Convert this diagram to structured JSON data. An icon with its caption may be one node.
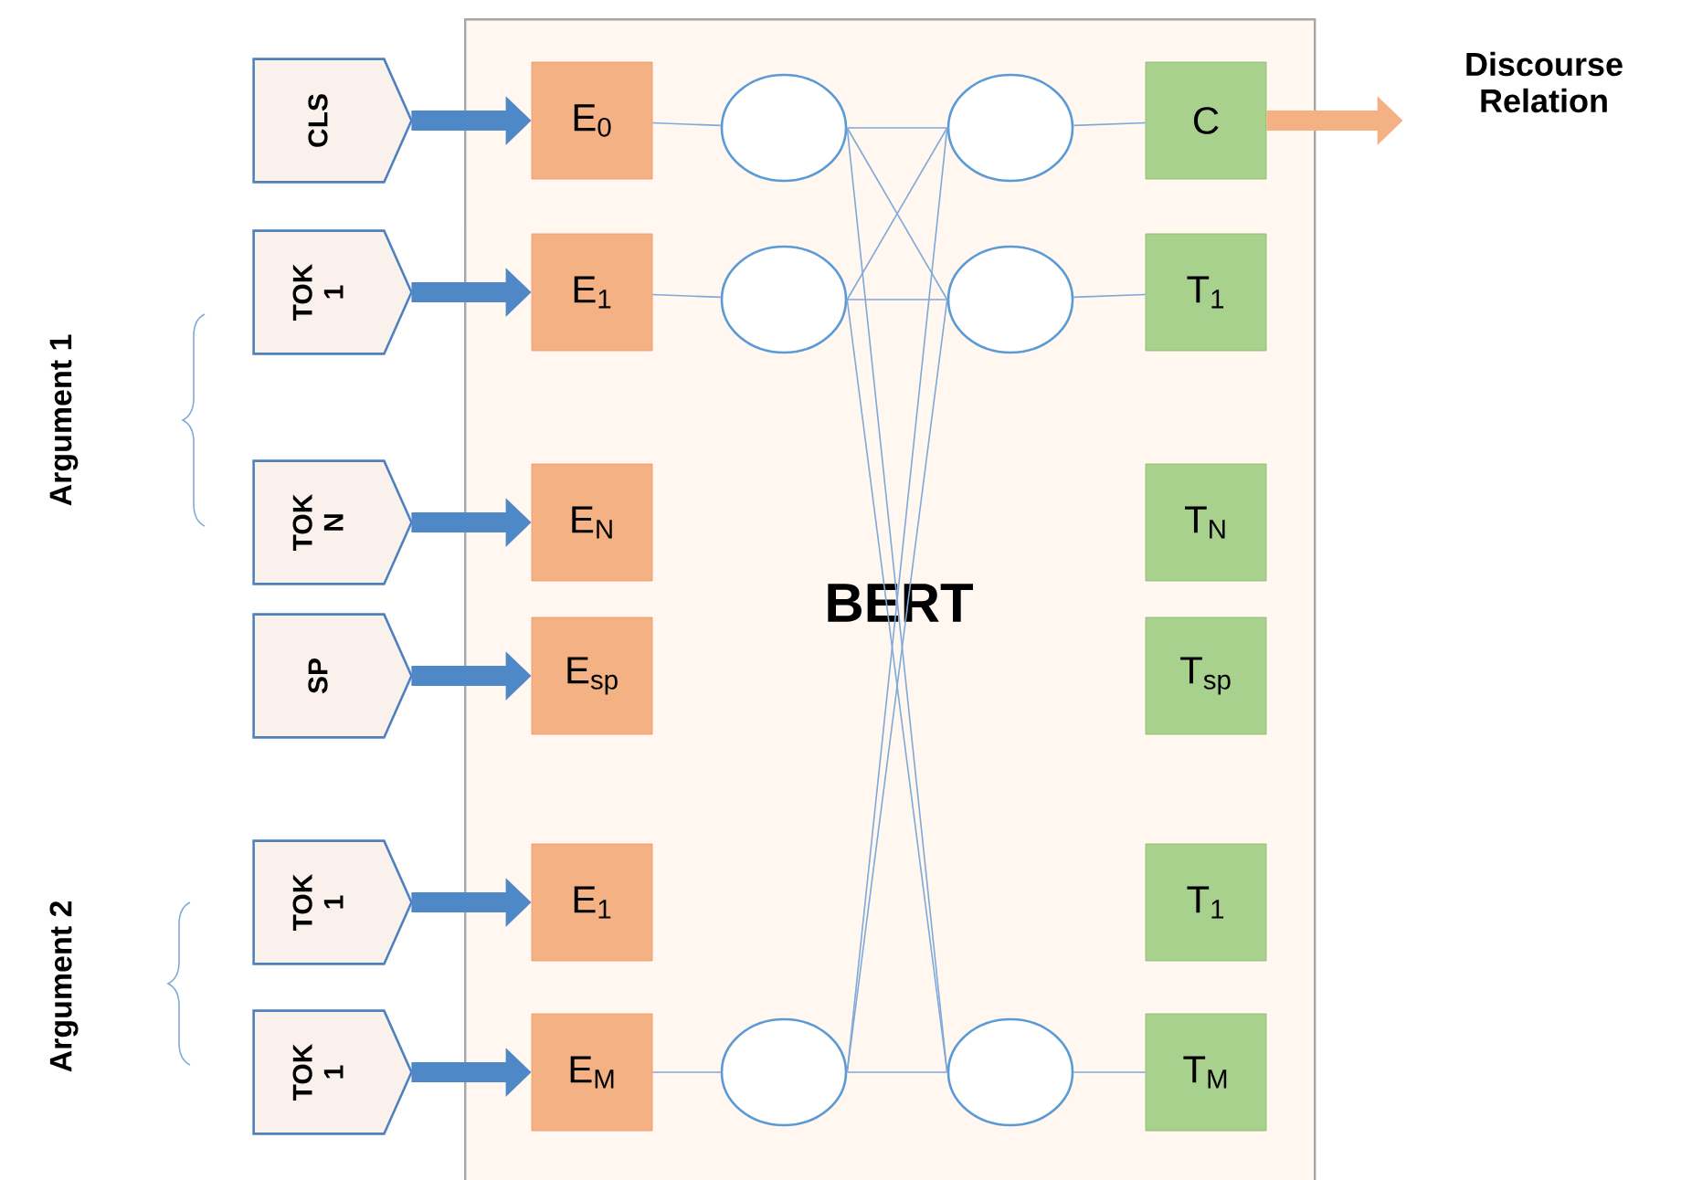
{
  "diagram": {
    "nodes": [
      {
        "text": [
          "BERT"
        ]
      },
      {
        "text": [
          "CLS"
        ]
      },
      {
        "text": [
          "TOK 1"
        ]
      },
      {
        "text": [
          "TOK N"
        ]
      },
      {
        "text": [
          "SP"
        ]
      },
      {
        "text": [
          "TOK 1"
        ]
      },
      {
        "text": [
          "TOK 1"
        ]
      },
      {
        "text": [
          "E$_{0}$"
        ],
        "in": 0
      },
      {
        "text": [
          "E$_{1}$"
        ],
        "in": 0
      },
      {
        "text": [
          "E$_{N}$"
        ],
        "in": 0
      },
      {
        "text": [
          "E$_{sp}$"
        ],
        "in": 0
      },
      {
        "text": [
          "E$_{1}$"
        ],
        "in": 0
      },
      {
        "text": [
          "E$_{M}$"
        ],
        "in": 0
      },
      {
        "text": [],
        "shape": "ellipse",
        "in": 0
      },
      {
        "text": [],
        "shape": "ellipse",
        "in": 0
      },
      {
        "text": [],
        "shape": "ellipse",
        "in": 0
      },
      {
        "text": [],
        "shape": "ellipse",
        "in": 0
      },
      {
        "text": [],
        "shape": "ellipse",
        "in": 0
      },
      {
        "text": [],
        "shape": "ellipse",
        "in": 0
      },
      {
        "text": [
          "C"
        ],
        "in": 0
      },
      {
        "text": [
          "T$_{1}$"
        ],
        "in": 0
      },
      {
        "text": [
          "T$_{N}$"
        ],
        "in": 0
      },
      {
        "text": [
          "T$_{sp}$"
        ],
        "in": 0
      },
      {
        "text": [
          "T$_{1}$"
        ],
        "in": 0
      },
      {
        "text": [
          "T$_{M}$"
        ],
        "in": 0
      },
      {
        "text": [
          "Discourse Relation"
        ]
      }
    ],
    "edges": [
      {
        "from": 1,
        "to": 7,
        "arrow": "to",
        "style": "thick",
        "color": "#4f88c6"
      },
      {
        "from": 2,
        "to": 8,
        "arrow": "to",
        "style": "thick",
        "color": "#4f88c6"
      },
      {
        "from": 3,
        "to": 9,
        "arrow": "to",
        "style": "thick",
        "color": "#4f88c6"
      },
      {
        "from": 4,
        "to": 10,
        "arrow": "to",
        "style": "thick",
        "color": "#4f88c6"
      },
      {
        "from": 5,
        "to": 11,
        "arrow": "to",
        "style": "thick",
        "color": "#4f88c6"
      },
      {
        "from": 6,
        "to": 12,
        "arrow": "to",
        "style": "thick",
        "color": "#4f88c6"
      },
      {
        "from": 7,
        "to": 13,
        "arrow": "none"
      },
      {
        "from": 8,
        "to": 14,
        "arrow": "none"
      },
      {
        "from": 12,
        "to": 15,
        "arrow": "none"
      },
      {
        "from": 13,
        "to": 16,
        "arrow": "none"
      },
      {
        "from": 13,
        "to": 17,
        "arrow": "none"
      },
      {
        "from": 13,
        "to": 18,
        "arrow": "none"
      },
      {
        "from": 14,
        "to": 16,
        "arrow": "none"
      },
      {
        "from": 14,
        "to": 17,
        "arrow": "none"
      },
      {
        "from": 14,
        "to": 18,
        "arrow": "none"
      },
      {
        "from": 15,
        "to": 16,
        "arrow": "none"
      },
      {
        "from": 15,
        "to": 17,
        "arrow": "none"
      },
      {
        "from": 15,
        "to": 18,
        "arrow": "none"
      },
      {
        "from": 16,
        "to": 19,
        "arrow": "none"
      },
      {
        "from": 17,
        "to": 20,
        "arrow": "none"
      },
      {
        "from": 18,
        "to": 24,
        "arrow": "none"
      },
      {
        "from": 19,
        "to": 25,
        "arrow": "to",
        "style": "thick",
        "color": "#f4b183"
      }
    ],
    "labels": [
      "Argument 1",
      "Argument 2"
    ]
  }
}
